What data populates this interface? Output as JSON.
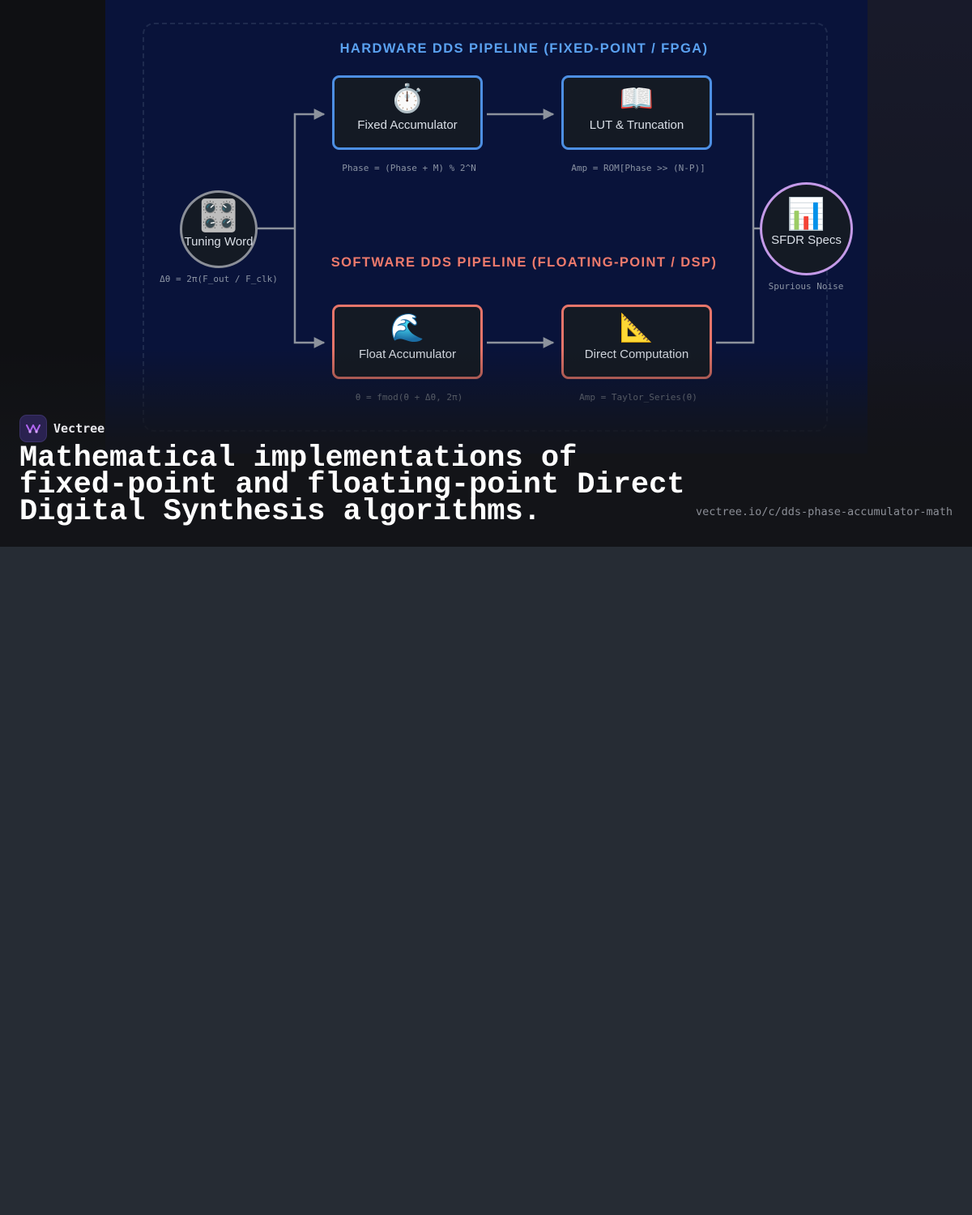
{
  "diagram": {
    "hardware_title": "HARDWARE DDS PIPELINE (FIXED-POINT / FPGA)",
    "software_title": "SOFTWARE DDS PIPELINE (FLOATING-POINT / DSP)",
    "colors": {
      "hardware": "#4d8fe3",
      "software": "#e6756a",
      "output": "#c49ae8",
      "input": "#8b8f98",
      "wire": "#8c929c"
    },
    "tuning_word": {
      "emoji": "🎛️",
      "label": "Tuning Word",
      "formula": "Δθ = 2π(F_out / F_clk)"
    },
    "hardware_steps": [
      {
        "emoji": "⏱️",
        "label": "Fixed Accumulator",
        "formula": "Phase = (Phase + M) % 2^N"
      },
      {
        "emoji": "📖",
        "label": "LUT & Truncation",
        "formula": "Amp = ROM[Phase >> (N-P)]"
      }
    ],
    "software_steps": [
      {
        "emoji": "🌊",
        "label": "Float Accumulator",
        "formula": "θ = fmod(θ + Δθ, 2π)"
      },
      {
        "emoji": "📐",
        "label": "Direct Computation",
        "formula": "Amp = Taylor_Series(θ)"
      }
    ],
    "output": {
      "emoji": "📊",
      "label": "SFDR Specs",
      "caption": "Spurious Noise"
    }
  },
  "brand": {
    "name": "Vectree",
    "logo_icon": "waveform-logo-icon"
  },
  "headline": "Mathematical implementations of fixed-point and floating-point Direct Digital Synthesis algorithms.",
  "url": "vectree.io/c/dds-phase-accumulator-math"
}
